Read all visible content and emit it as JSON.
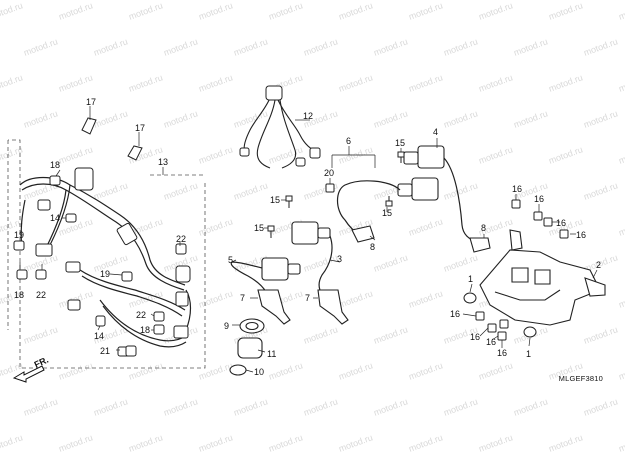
{
  "callouts": {
    "c1": "1",
    "c2": "2",
    "c4": "4",
    "c5": "5",
    "c6": "6",
    "c7": "7",
    "c8": "8",
    "c9": "9",
    "c10": "10",
    "c11": "11",
    "c12": "12",
    "c13": "13",
    "c14": "14",
    "c15": "15",
    "c16": "16",
    "c17": "17",
    "c18": "18",
    "c19": "19",
    "c20": "20",
    "c21": "21",
    "c22": "22",
    "c3": "3"
  },
  "fr_label": "FR.",
  "diagram_code": "MLGEF3810",
  "watermark": "motod.ru"
}
